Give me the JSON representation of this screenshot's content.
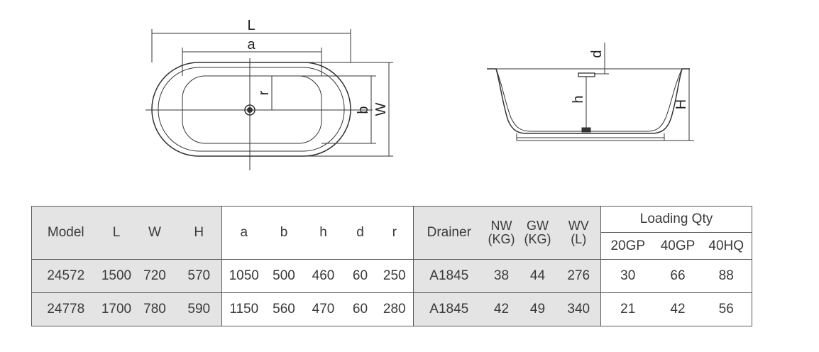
{
  "diagram": {
    "top_view_labels": {
      "L": "L",
      "a": "a",
      "r": "r",
      "b": "b",
      "W": "W"
    },
    "side_view_labels": {
      "d": "d",
      "h": "h",
      "H": "H"
    }
  },
  "table": {
    "headers": {
      "model": "Model",
      "L": "L",
      "W": "W",
      "H": "H",
      "a": "a",
      "b": "b",
      "h": "h",
      "d": "d",
      "r": "r",
      "drainer": "Drainer",
      "nw": "NW",
      "nw_unit": "(KG)",
      "gw": "GW",
      "gw_unit": "(KG)",
      "wv": "WV",
      "wv_unit": "(L)",
      "loading": "Loading Qty",
      "gp20": "20GP",
      "gp40": "40GP",
      "hq40": "40HQ"
    },
    "rows": [
      {
        "model": "24572",
        "L": "1500",
        "W": "720",
        "H": "570",
        "a": "1050",
        "b": "500",
        "h": "460",
        "d": "60",
        "r": "250",
        "drainer": "A1845",
        "nw": "38",
        "gw": "44",
        "wv": "276",
        "gp20": "30",
        "gp40": "66",
        "hq40": "88"
      },
      {
        "model": "24778",
        "L": "1700",
        "W": "780",
        "H": "590",
        "a": "1150",
        "b": "560",
        "h": "470",
        "d": "60",
        "r": "280",
        "drainer": "A1845",
        "nw": "42",
        "gw": "49",
        "wv": "340",
        "gp20": "21",
        "gp40": "42",
        "hq40": "56"
      }
    ]
  }
}
